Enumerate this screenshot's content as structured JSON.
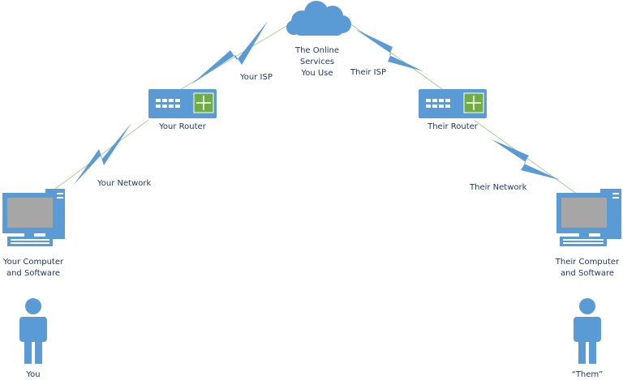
{
  "labels": {
    "cloud_line1": "The Online",
    "cloud_line2": "Services",
    "cloud_line3": "You Use",
    "your_isp": "Your ISP",
    "their_isp": "Their ISP",
    "your_router": "Your Router",
    "their_router": "Their Router",
    "your_network": "Your Network",
    "their_network": "Their Network",
    "your_computer_line1": "Your Computer",
    "your_computer_line2": "and Software",
    "their_computer_line1": "Their Computer",
    "their_computer_line2": "and Software",
    "you": "You",
    "them": "“Them”"
  },
  "colors": {
    "device_blue": "#5b9bd5",
    "router_green": "#70ad47",
    "link_line": "#a9d18e",
    "label_text": "#1f3864",
    "screen_gray": "#a6a6a6"
  },
  "icons": [
    "cloud-icon",
    "router-icon",
    "computer-icon",
    "person-icon",
    "lightning-icon"
  ]
}
